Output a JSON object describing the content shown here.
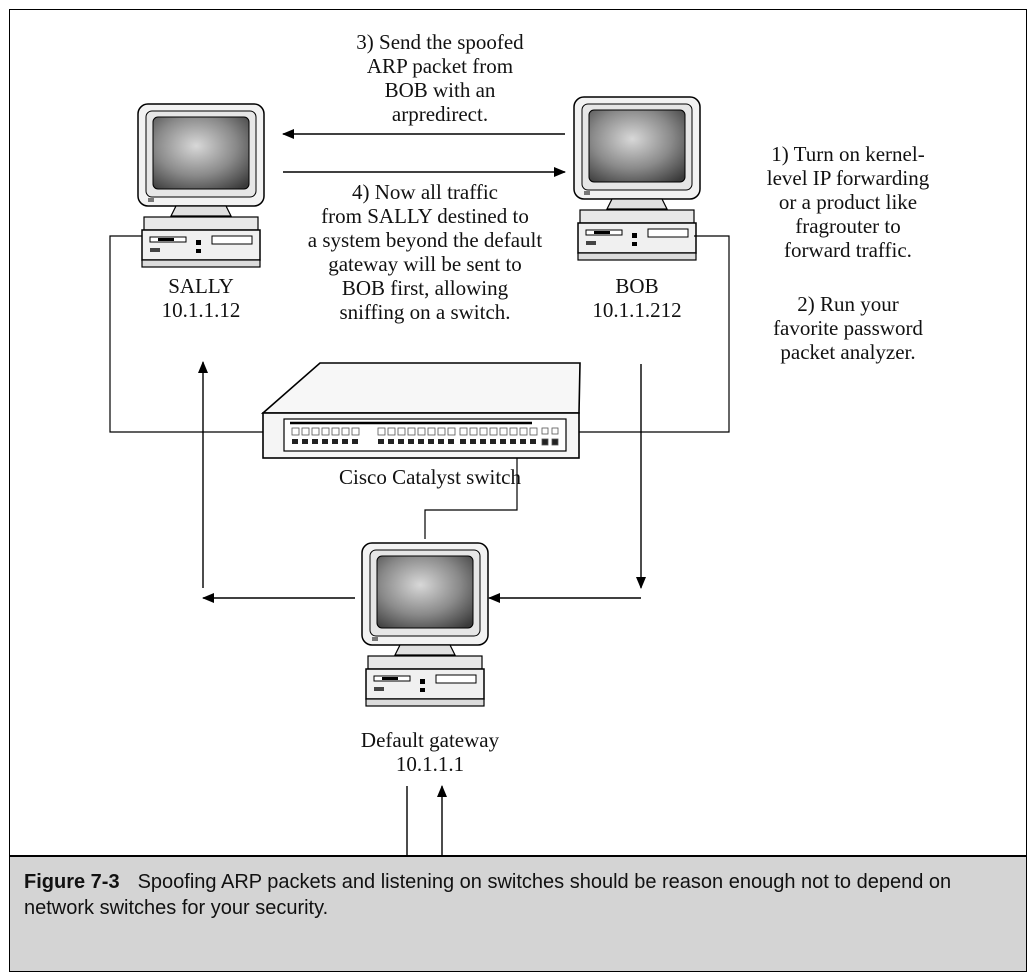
{
  "nodes": {
    "sally": {
      "name": "SALLY",
      "ip": "10.1.1.12"
    },
    "bob": {
      "name": "BOB",
      "ip": "10.1.1.212"
    },
    "gateway": {
      "name": "Default gateway",
      "ip": "10.1.1.1"
    },
    "switch": {
      "label": "Cisco Catalyst switch"
    }
  },
  "annotations": {
    "step3": [
      "3) Send the spoofed",
      "ARP packet from",
      "BOB with an",
      "arpredirect."
    ],
    "step4": [
      "4) Now all traffic",
      "from SALLY destined to",
      "a system beyond the default",
      "gateway will be sent to",
      "BOB first, allowing",
      "sniffing on a switch."
    ],
    "step1": [
      "1) Turn on kernel-",
      "level IP forwarding",
      "or a product like",
      "fragrouter to",
      "forward traffic."
    ],
    "step2": [
      "2) Run your",
      "favorite password",
      "packet analyzer."
    ]
  },
  "caption": {
    "label": "Figure 7-3",
    "text": "Spoofing ARP packets and listening on switches should be reason enough not to depend on network switches for your security."
  },
  "colors": {
    "line": "#000000",
    "caption_bg": "#d4d4d4",
    "screen": "#5a5a5a"
  }
}
